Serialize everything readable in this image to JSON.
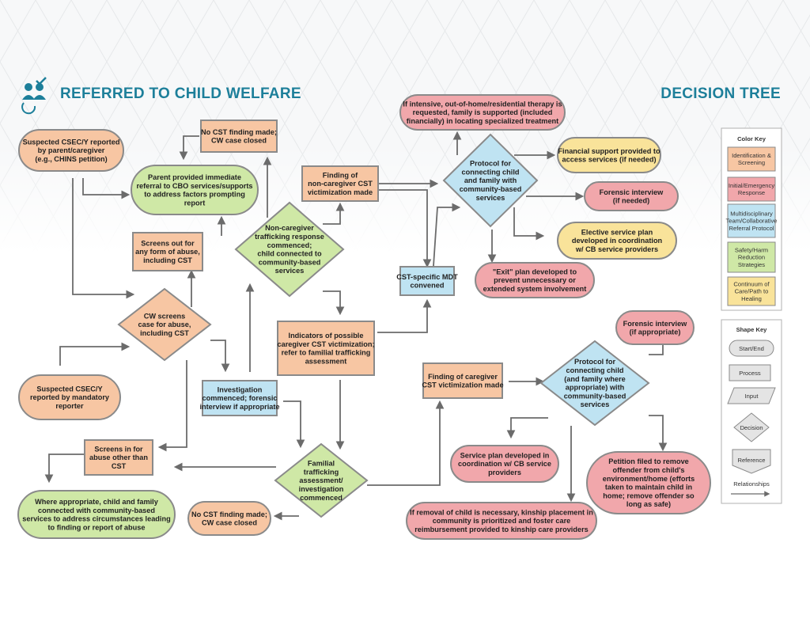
{
  "header": {
    "left_title": "REFERRED TO CHILD WELFARE",
    "right_title": "DECISION TREE",
    "icon": "people-check-icon"
  },
  "colors": {
    "orange": "#f7c6a3",
    "red": "#f1a7ab",
    "blue": "#bfe3f2",
    "green": "#cfe8a6",
    "yellow": "#f9e39a",
    "border": "#8a8a8a",
    "accent": "#1d7f9a"
  },
  "nodes": {
    "suspected_parent": "Suspected CSEC/Y reported|by parent/caregiver|(e.g., CHINS petition)",
    "no_cst_top": "No CST finding made;|CW case closed",
    "parent_referral": "Parent provided immediate|referral to CBO services/supports|to address factors prompting|report",
    "screens_out": "Screens out for|any form of abuse,|including CST",
    "cw_screens": "CW screens|case for abuse,|including CST",
    "suspected_mandatory": "Suspected CSEC/Y|reported by mandatory|reporter",
    "investigation": "Investigation|commenced; forensic|interview if appropriate",
    "screens_in": "Screens in for|abuse other than|CST",
    "where_appropriate": "Where appropriate, child and family|connected with community-based|services to address circumstances leading|to finding or report of abuse",
    "no_cst_bottom": "No CST finding made;|CW case closed",
    "non_caregiver_response": "Non-caregiver|trafficking response|commenced;|child connected to|community-based|services",
    "finding_non_caregiver": "Finding of|non-caregiver CST|victimization made",
    "indicators": "Indicators of possible|caregiver CST victimization;|refer to familial trafficking|assessment",
    "familial_assessment": "Familial|trafficking|assessment/|investigation|commenced",
    "mdt": "CST-specific MDT|convened",
    "intensive": "If intensive, out-of-home/residential therapy is|requested, family is supported (included|financially) in locating specialized treatment",
    "protocol_top": "Protocol for|connecting child|and family with|community-based|services",
    "financial": "Financial support provided to|access services (if needed)",
    "forensic_needed": "Forensic interview|(if needed)",
    "elective": "Elective service plan|developed in coordination|w/ CB service providers",
    "exit": "\"Exit\" plan developed to|prevent unnecessary or|extended system involvement",
    "finding_caregiver": "Finding of caregiver|CST victimization made",
    "forensic_appropriate": "Forensic interview|(if appropriate)",
    "protocol_bottom": "Protocol for|connecting child|(and family where|appropriate) with|community-based|services",
    "service_plan": "Service plan developed in|coordination w/ CB service|providers",
    "petition": "Petition filed to remove|offender from child's|environment/home (efforts|taken to maintain child in|home; remove offender so|long as safe)",
    "kinship": "If removal of child is necessary, kinship placement in|community is prioritized and foster care|reimbursement provided to kinship care providers"
  },
  "color_key": {
    "title": "Color Key",
    "items": [
      {
        "label": "Identification &|Screening",
        "color": "#f7c6a3"
      },
      {
        "label": "Initial/Emergency|Response",
        "color": "#f1a7ab"
      },
      {
        "label": "Multidisciplinary|Team/Collaborative|Referral Protocol",
        "color": "#bfe3f2"
      },
      {
        "label": "Safety/Harm|Reduction|Strategies",
        "color": "#cfe8a6"
      },
      {
        "label": "Continuum of|Care/Path to|Healing",
        "color": "#f9e39a"
      }
    ]
  },
  "shape_key": {
    "title": "Shape Key",
    "items": [
      "Start/End",
      "Process",
      "Input",
      "Decision",
      "Reference",
      "Relationships"
    ]
  }
}
